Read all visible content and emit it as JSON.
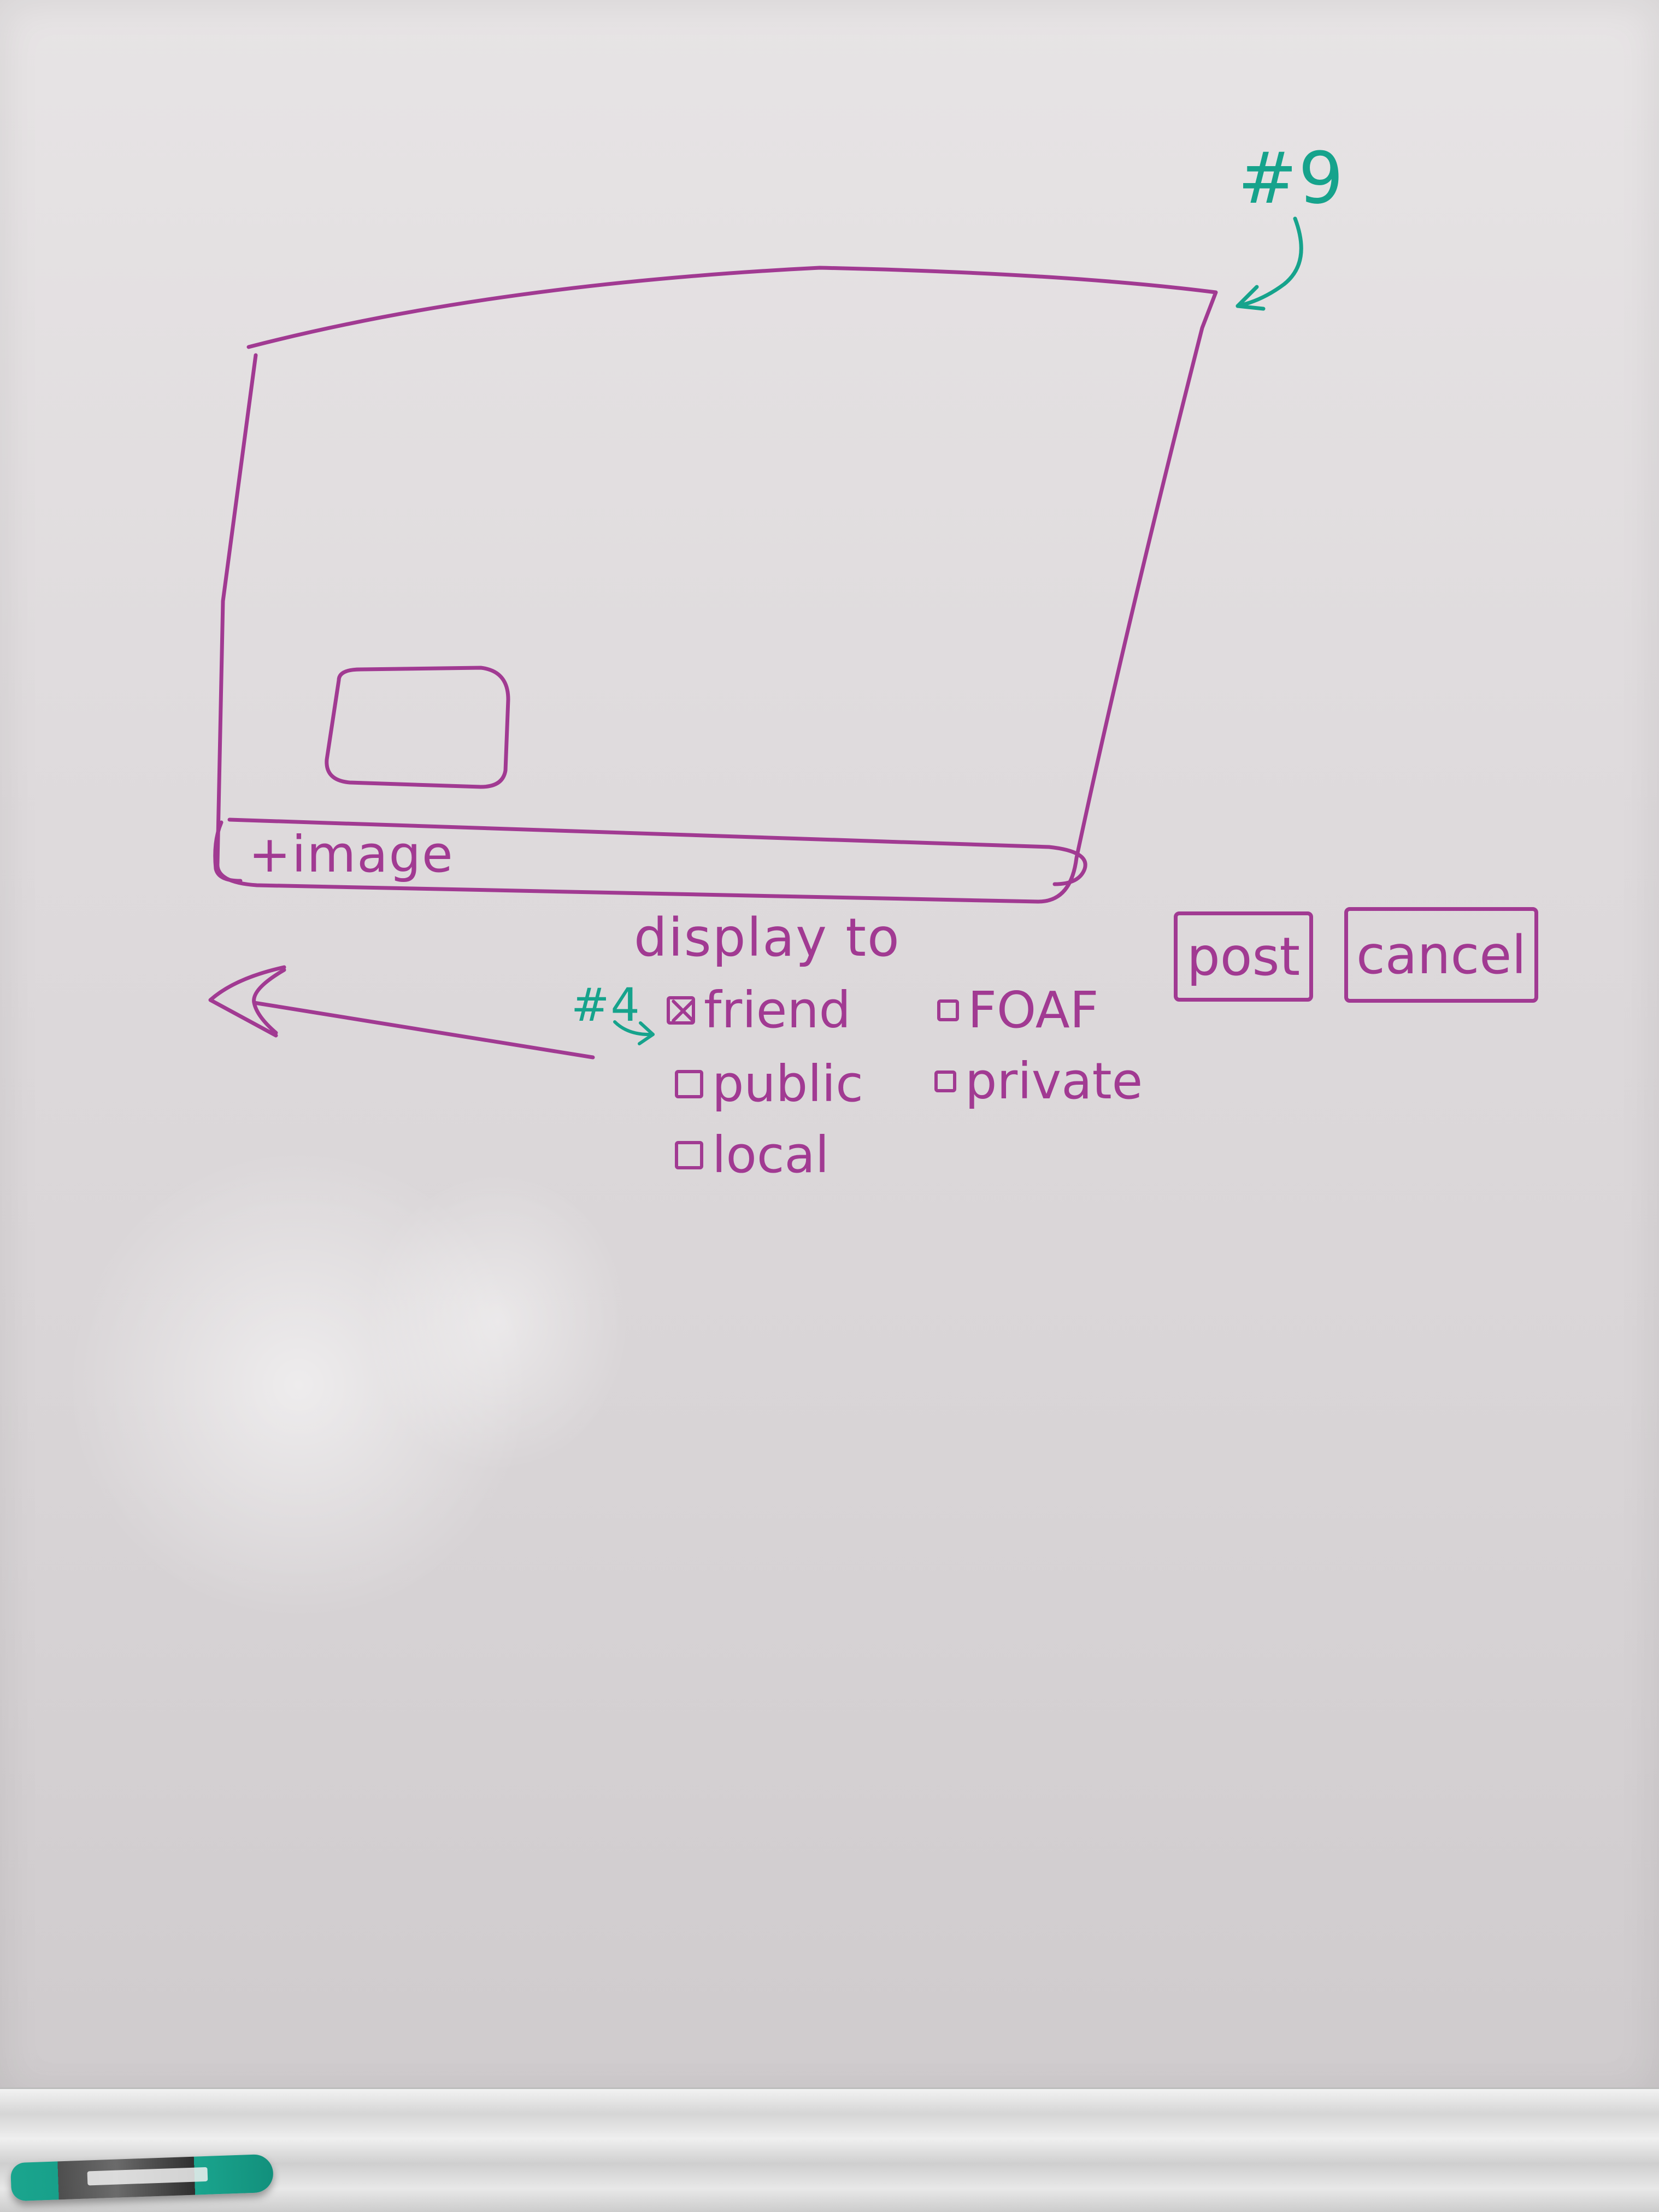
{
  "sketch": {
    "annotation_top": "#9",
    "annotation_checkbox": "#4",
    "image_bar_label": "+image",
    "display_heading": "display to",
    "options": [
      {
        "label": "friend",
        "checked": true
      },
      {
        "label": "FOAF",
        "checked": false
      },
      {
        "label": "public",
        "checked": false
      },
      {
        "label": "private",
        "checked": false
      },
      {
        "label": "local",
        "checked": false
      }
    ],
    "buttons": {
      "post": "post",
      "cancel": "cancel"
    }
  },
  "colors": {
    "ink_purple": "#a13a92",
    "ink_teal": "#16a38c"
  }
}
